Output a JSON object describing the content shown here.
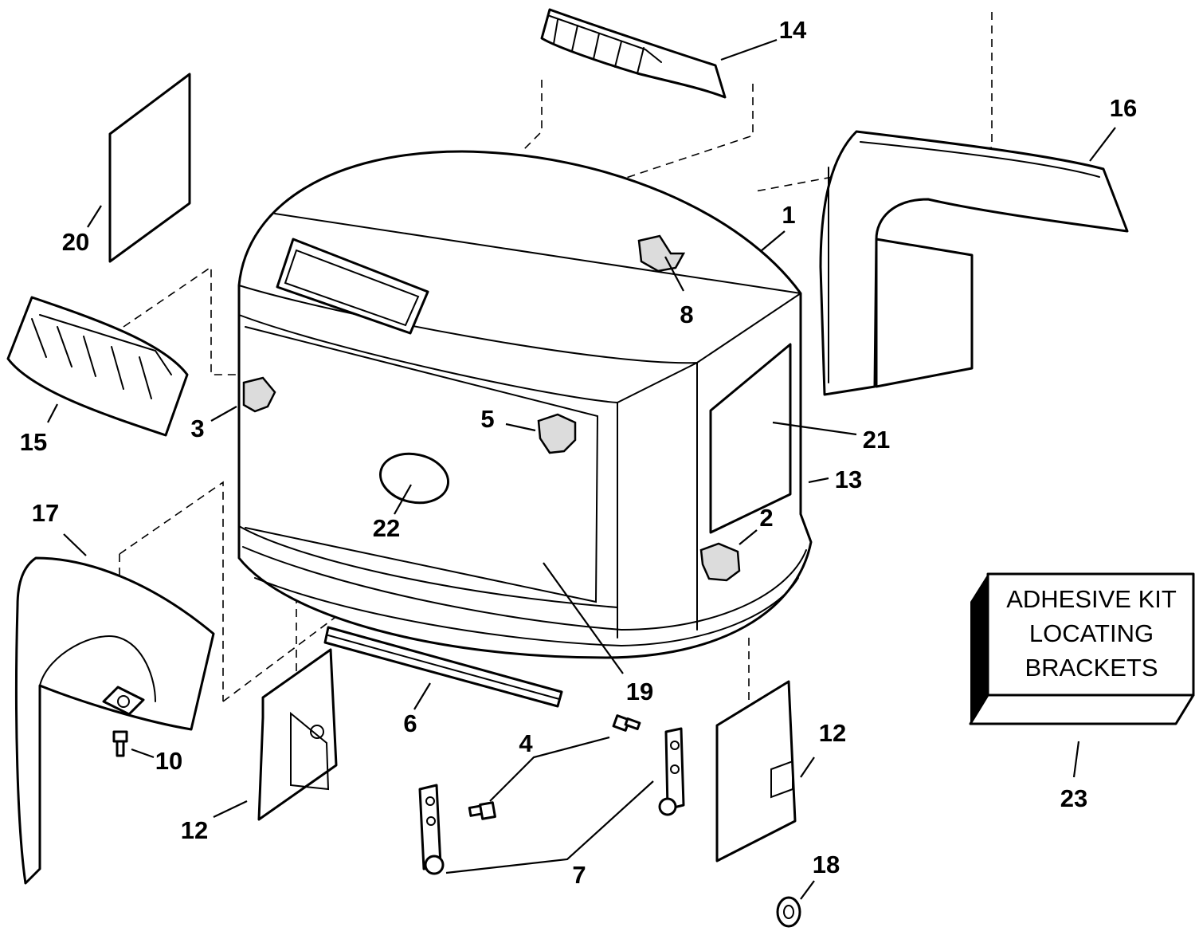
{
  "callouts": {
    "c1": "1",
    "c2": "2",
    "c3": "3",
    "c4": "4",
    "c5": "5",
    "c6": "6",
    "c7": "7",
    "c8": "8",
    "c10": "10",
    "c12a": "12",
    "c12b": "12",
    "c13": "13",
    "c14": "14",
    "c15": "15",
    "c16": "16",
    "c17": "17",
    "c18": "18",
    "c19": "19",
    "c20": "20",
    "c21": "21",
    "c22": "22",
    "c23": "23"
  },
  "kit_box": {
    "line1": "ADHESIVE KIT",
    "line2": "LOCATING",
    "line3": "BRACKETS"
  }
}
